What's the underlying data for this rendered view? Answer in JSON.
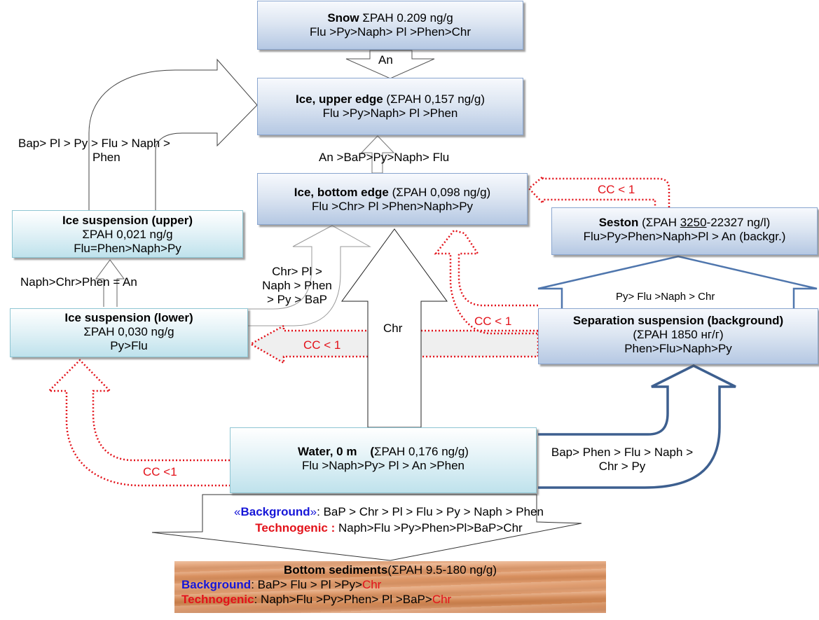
{
  "colors": {
    "box_blue_border": "#8aa6cf",
    "box_cyan_border": "#8fc6d3",
    "cc_red": "#e3121a",
    "background_blue": "#1616d8",
    "wide_arrow_blue": "#3d5f8f",
    "sediment_brown": "#d9905f"
  },
  "nodes": {
    "snow": {
      "title": "Snow",
      "sum": "ΣPAH  0.209 ng/g",
      "order": "Flu >Py>Naph>  Pl >Phen>Chr"
    },
    "ice_upper_edge": {
      "title": "Ice, upper edge",
      "sum": "(ΣPAH 0,157 ng/g)",
      "order": "Flu >Py>Naph>  Pl >Phen"
    },
    "ice_bottom_edge": {
      "title": "Ice, bottom edge",
      "sum": "(ΣPAH 0,098 ng/g)",
      "order": "Flu >Chr> Pl >Phen>Naph>Py"
    },
    "ice_suspension_upper": {
      "title": "Ice suspension  (upper)",
      "sum": "ΣPAH 0,021 ng/g",
      "order": "Flu=Phen>Naph>Py"
    },
    "ice_suspension_lower": {
      "title": "Ice suspension  (lower)",
      "sum": "ΣPAH 0,030 ng/g",
      "order": "Py>Flu"
    },
    "seston": {
      "title": "Seston",
      "sum_prefix": "(ΣPAH ",
      "sum_underlined": "3250",
      "sum_suffix": "-22327 ng/l)",
      "order": "Flu>Py>Phen>Naph>Pl  > An (backgr.)"
    },
    "separation_suspension": {
      "title": "Separation suspension  (background)",
      "sum": "(ΣPAH 1850 нг/г)",
      "order": "Phen>Flu>Naph>Py"
    },
    "water": {
      "title": "Water, 0 m",
      "sum_open": "(",
      "sum": "ΣPAH 0,176 ng/g)",
      "order": "Flu >Naph>Py>  Pl > An >Phen"
    },
    "bottom_sediments": {
      "title": "Bottom sediments",
      "sum": "(ΣPAH  9.5-180 ng/g)",
      "background_label": "Background",
      "background_order": ": BaP> Flu > Pl >Py>",
      "background_tail": "Chr",
      "technogenic_label": "Technogenic",
      "technogenic_order": ": Naph>Flu  >Py>Phen> Pl >BaP>",
      "technogenic_tail": "Chr"
    }
  },
  "flows": {
    "snow_to_ice_upper": "An",
    "ice_bottom_to_ice_upper": "An >BaP>Py>Naph>  Flu",
    "ice_susp_upper_to_ice_upper_line1": "Bap> Pl > Py > Flu > Naph >",
    "ice_susp_upper_to_ice_upper_line2": "Phen",
    "ice_susp_lower_to_upper": "Naph>Chr>Phen  = An",
    "ice_susp_lower_to_ice_bottom_line1": "Chr> Pl >",
    "ice_susp_lower_to_ice_bottom_line2": "Naph >  Phen",
    "ice_susp_lower_to_ice_bottom_line3": "> Py > BaP",
    "water_to_ice_bottom": "Chr",
    "separation_to_seston": "Py> Flu >Naph > Chr",
    "water_to_separation_line1": "Bap> Phen > Flu > Naph >",
    "water_to_separation_line2": "Chr > Py",
    "cc_seston_to_ice_bottom": "CC < 1",
    "cc_separation_to_ice_bottom": "CC < 1",
    "cc_separation_to_ice_susp_lower": "CC < 1",
    "cc_water_to_ice_susp_lower": "CC <1"
  },
  "callout": {
    "background_open": "«",
    "background_label": "Background",
    "background_close": "»",
    "background_order": ": BaP > Chr > Pl > Flu > Py > Naph > Phen",
    "technogenic_label": "Technogenic :",
    "technogenic_order": " Naph>Flu  >Py>Phen>Pl>BaP>Chr"
  }
}
